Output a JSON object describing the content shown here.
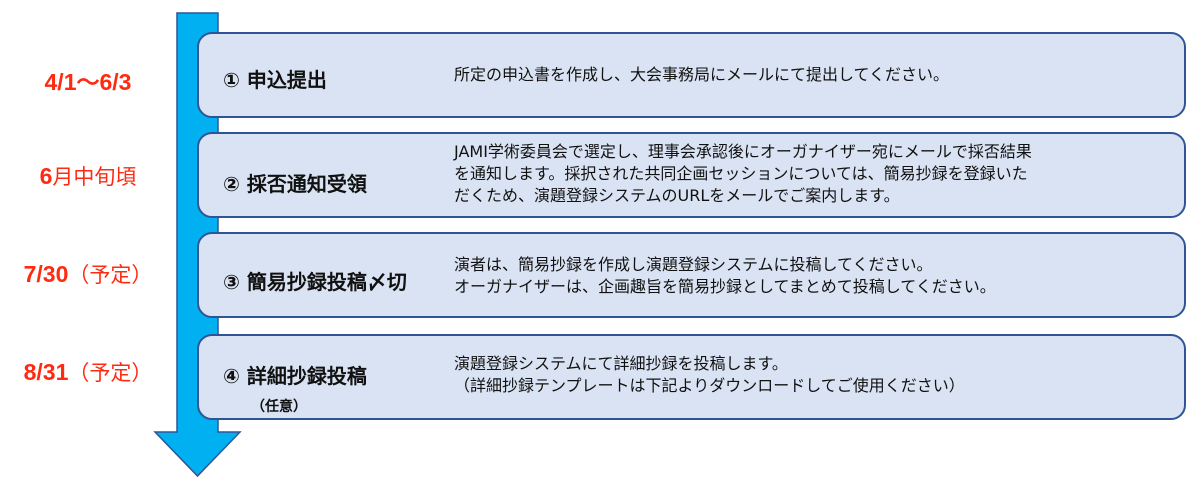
{
  "colors": {
    "arrow_fill": "#00b0f0",
    "arrow_border": "#2f5597",
    "box_fill": "#dae3f3",
    "box_border": "#2f5597",
    "date_text": "#ff2a12"
  },
  "steps": [
    {
      "date_main": "4/1〜6/3",
      "date_note": "",
      "title": "① 申込提出",
      "subtitle": "",
      "description": "所定の申込書を作成し、大会事務局にメールにて提出してください。"
    },
    {
      "date_main": "6",
      "date_note": "月中旬頃",
      "title": "② 採否通知受領",
      "subtitle": "",
      "description": "JAMI学術委員会で選定し、理事会承認後にオーガナイザー宛にメールで採否結果\nを通知します。採択された共同企画セッションについては、簡易抄録を登録いた\nだくため、演題登録システムのURLをメールでご案内します。"
    },
    {
      "date_main": "7/30",
      "date_note": "（予定）",
      "title": "③ 簡易抄録投稿〆切",
      "subtitle": "",
      "description": "演者は、簡易抄録を作成し演題登録システムに投稿してください。\nオーガナイザーは、企画趣旨を簡易抄録としてまとめて投稿してください。"
    },
    {
      "date_main": "8/31",
      "date_note": "（予定）",
      "title": "④ 詳細抄録投稿",
      "subtitle": "（任意）",
      "description": "演題登録システムにて詳細抄録を投稿します。\n（詳細抄録テンプレートは下記よりダウンロードしてご使用ください）"
    }
  ]
}
